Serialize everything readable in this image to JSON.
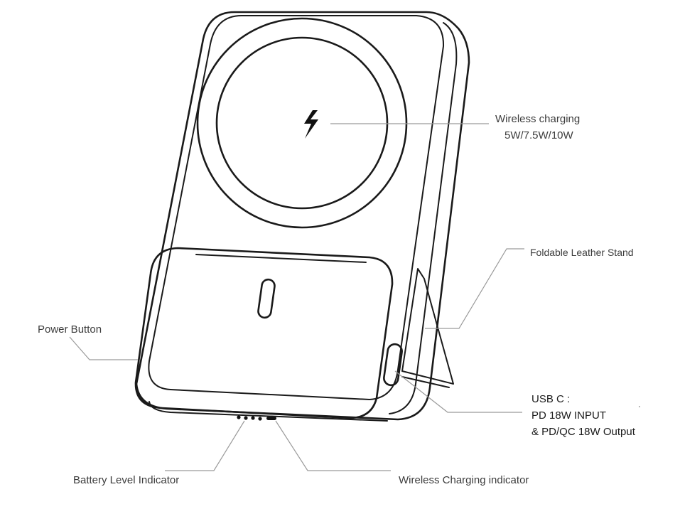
{
  "labels": {
    "wireless_charging": "Wireless charging",
    "wireless_power": "5W/7.5W/10W",
    "leather_stand": "Foldable Leather Stand",
    "power_button": "Power Button",
    "usb_c_title": "USB C :",
    "usb_c_input": "PD 18W INPUT",
    "usb_c_output": "& PD/QC 18W Output",
    "battery_indicator": "Battery Level Indicator",
    "wireless_indicator": "Wireless Charging indicator"
  },
  "icons": {
    "charging_symbol": "lightning-bolt-icon"
  }
}
